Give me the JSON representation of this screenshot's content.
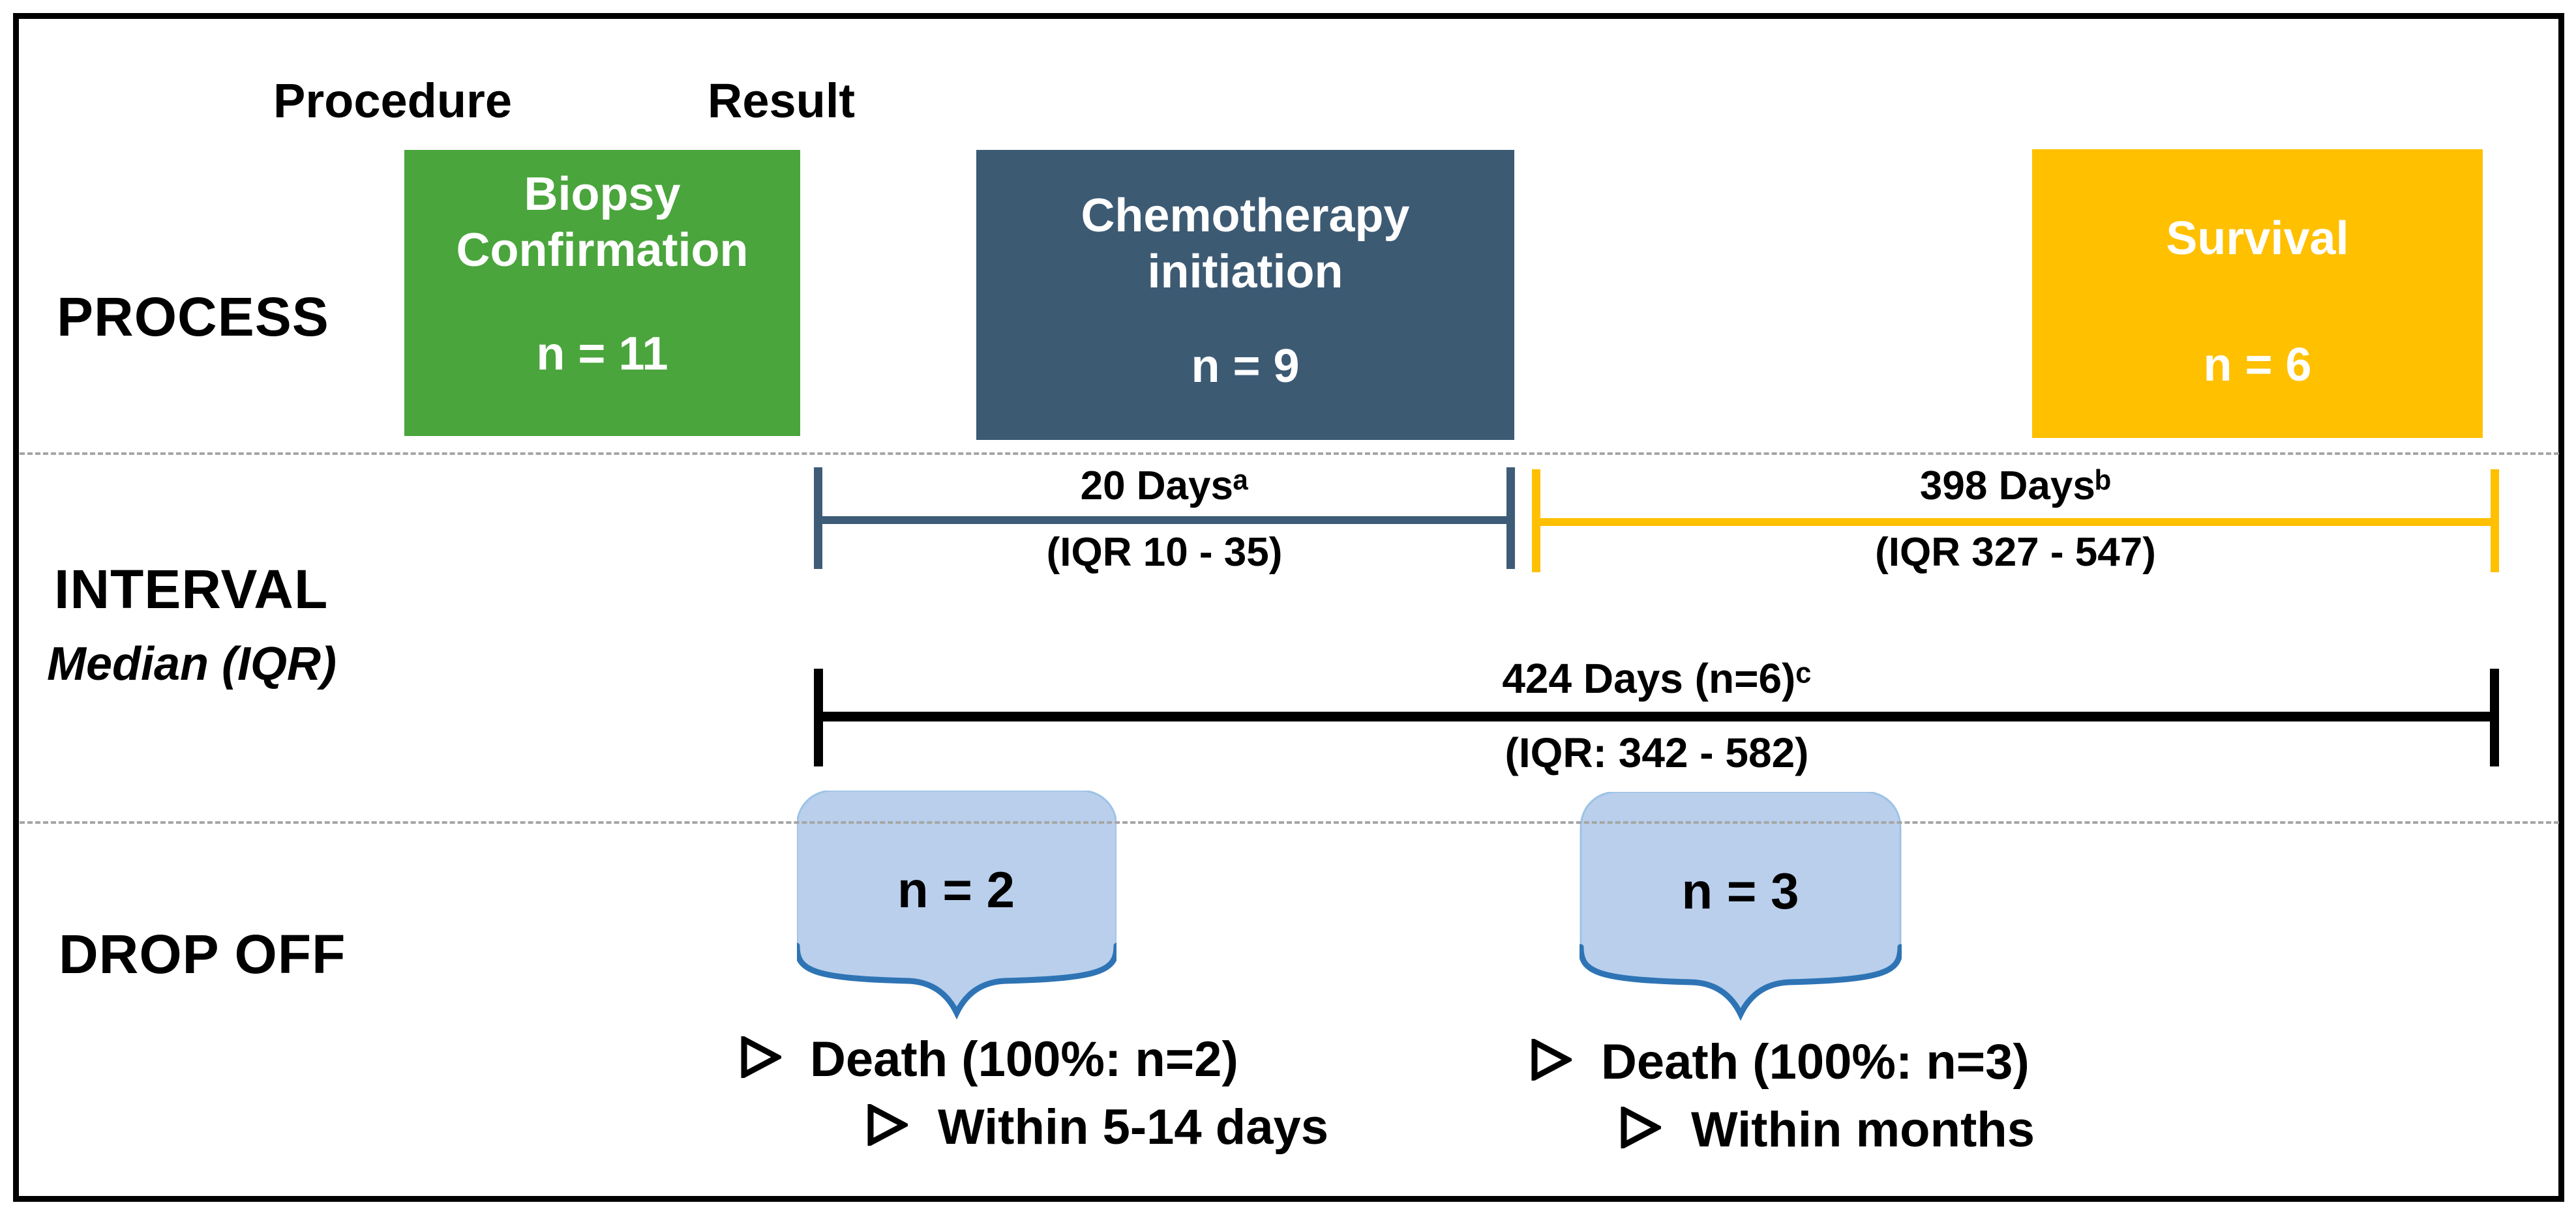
{
  "title_row": {
    "procedure": "Procedure",
    "result": "Result"
  },
  "sections": {
    "process": "PROCESS",
    "interval": "INTERVAL",
    "interval_sub": "Median (IQR)",
    "dropoff": "DROP OFF"
  },
  "process_boxes": [
    {
      "name": "biopsy-confirmation",
      "line1": "Biopsy",
      "line2": "Confirmation",
      "n": "n = 11",
      "color": "#4AA53C"
    },
    {
      "name": "chemotherapy-initiation",
      "line1": "Chemotherapy",
      "line2": "initiation",
      "n": "n = 9",
      "color": "#3D5A73"
    },
    {
      "name": "survival",
      "line1": "Survival",
      "n": "n = 6",
      "color": "#FFC000"
    }
  ],
  "intervals": [
    {
      "name": "biopsy-to-chemo",
      "duration": "20 Daysᵃ",
      "iqr": "(IQR 10 - 35)",
      "color": "#3E5C77"
    },
    {
      "name": "chemo-to-survival",
      "duration": "398 Daysᵇ",
      "iqr": "(IQR 327 - 547)",
      "color": "#FFC000"
    },
    {
      "name": "overall-survival",
      "duration": "424 Days (n=6)ᶜ",
      "iqr": "(IQR: 342 - 582)",
      "color": "#000000"
    }
  ],
  "dropoffs": [
    {
      "name": "dropoff-after-biopsy",
      "n": "n = 2",
      "bullet": "Death (100%: n=2)",
      "sub_bullet": "Within 5-14 days"
    },
    {
      "name": "dropoff-after-chemo",
      "n": "n = 3",
      "bullet": "Death (100%: n=3)",
      "sub_bullet": "Within months"
    }
  ],
  "styles": {
    "dropoff_fill": "#B9CFEC",
    "dropoff_edge": "#9DC3E6",
    "brace_color": "#2E74B5",
    "dashed_line_color": "#A6A6A6",
    "border_color": "#000000",
    "background": "#FFFFFF"
  }
}
